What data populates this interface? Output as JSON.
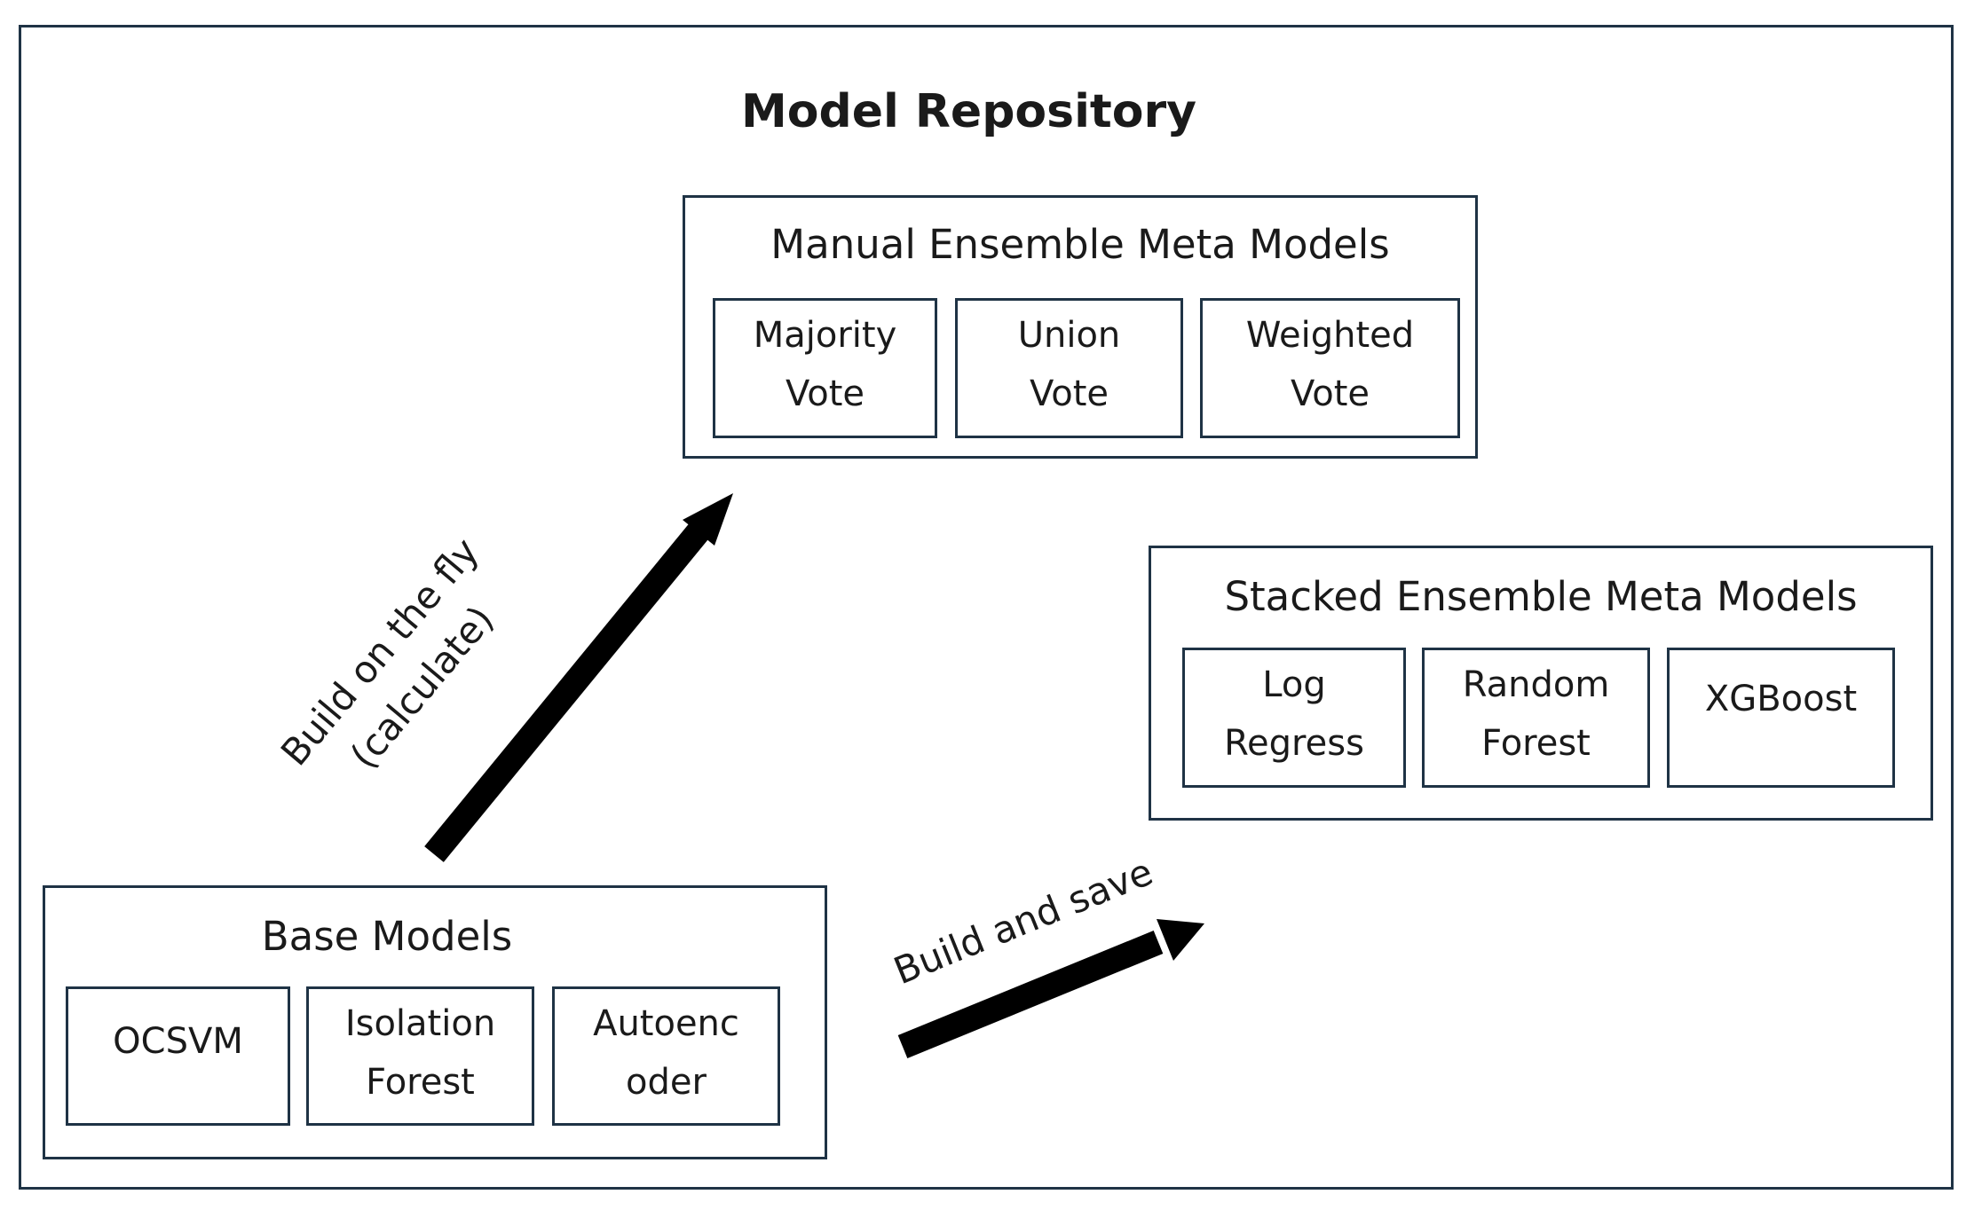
{
  "title": "Model Repository",
  "manual": {
    "title": "Manual Ensemble Meta Models",
    "items": [
      "Majority\nVote",
      "Union\nVote",
      "Weighted\nVote"
    ]
  },
  "stacked": {
    "title": "Stacked Ensemble Meta Models",
    "items": [
      "Log\nRegress",
      "Random\nForest",
      "XGBoost"
    ]
  },
  "base": {
    "title": "Base Models",
    "items": [
      "OCSVM",
      "Isolation\nForest",
      "Autoenc\noder"
    ]
  },
  "arrows": {
    "to_manual": "Build on the fly\n(calculate)",
    "to_stacked": "Build and save"
  },
  "colors": {
    "border": "#1f3345",
    "arrow": "#000000"
  }
}
